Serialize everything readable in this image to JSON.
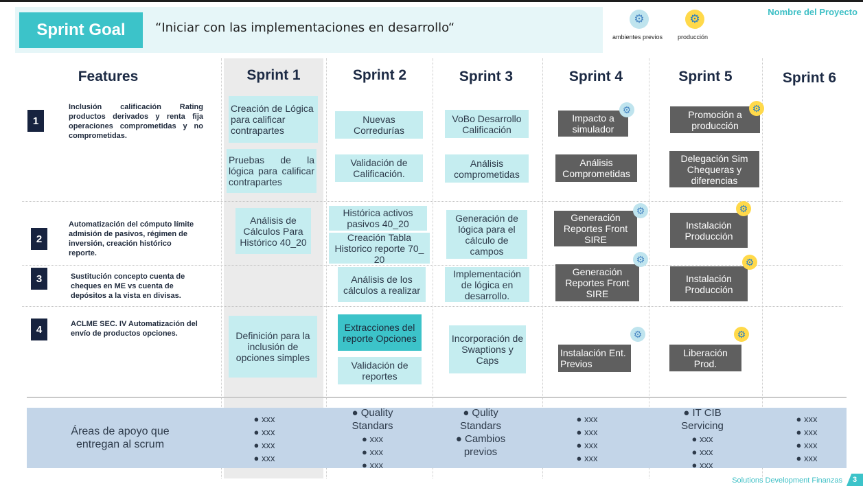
{
  "header": {
    "goal_badge": "Sprint Goal",
    "goal_text": "“Iniciar con las implementaciones en desarrollo“",
    "project_name": "Nombre del Proyecto",
    "legend": {
      "ambientes_previos": "ambientes previos",
      "produccion": "producción"
    }
  },
  "columns": {
    "features": "Features",
    "sprint1": "Sprint 1",
    "sprint2": "Sprint 2",
    "sprint3": "Sprint 3",
    "sprint4": "Sprint 4",
    "sprint5": "Sprint 5",
    "sprint6": "Sprint 6"
  },
  "features": [
    {
      "num": "1",
      "text": "Inclusión calificación Rating productos derivados y renta fija operaciones comprometidas y no comprometidas."
    },
    {
      "num": "2",
      "text": "Automatización del cómputo límite admisión de pasivos, régimen de inversión, creación histórico reporte."
    },
    {
      "num": "3",
      "text": "Sustitución concepto cuenta de cheques en ME vs cuenta de depósitos a la vista en divisas."
    },
    {
      "num": "4",
      "text": "ACLME SEC. IV Automatización del envío de productos opciones."
    }
  ],
  "tasks": {
    "s1_creacion": "Creación de Lógica para calificar contrapartes",
    "s1_pruebas": "Pruebas de la lógica para calificar contrapartes",
    "s1_analisis": "Análisis de Cálculos Para Histórico 40_20",
    "s1_definicion": "Definición para la inclusión de opciones simples",
    "s2_nuevas": "Nuevas Corredurías",
    "s2_validacion_calif": "Validación de Calificación.",
    "s2_historica": "Histórica activos pasivos 40_20",
    "s2_creacion_tabla": "Creación Tabla Historico reporte 70_ 20",
    "s2_analisis_calculos": "Análisis de los cálculos a realizar",
    "s2_extracciones": "Extracciones del reporte Opciones",
    "s2_validacion_reportes": "Validación de reportes",
    "s3_vobo": "VoBo Desarrollo Calificación",
    "s3_analisis_comp": "Análisis comprometidas",
    "s3_generacion_logica": "Generación de lógica para el cálculo de campos",
    "s3_implementacion": "Implementación de lógica en desarrollo.",
    "s3_incorporacion": "Incorporación de Swaptions y Caps",
    "s4_impacto": "Impacto a simulador",
    "s4_analisis_comp": "Análisis Comprometidas",
    "s4_generacion1": "Generación Reportes Front SIRE",
    "s4_generacion2": "Generación Reportes Front SIRE",
    "s4_instalacion": "Instalación Ent. Previos",
    "s5_promocion": "Promoción a producción",
    "s5_delegacion": "Delegación Sim Chequeras y diferencias",
    "s5_instalacion1": "Instalación Producción",
    "s5_instalacion2": "Instalación Producción",
    "s5_liberacion": "Liberación Prod."
  },
  "support": {
    "label": "Áreas de apoyo que entregan al scrum",
    "s1": [
      "● xxx",
      "● xxx",
      "● xxx",
      "● xxx"
    ],
    "s2": [
      "● Quality",
      "Standars",
      "● xxx",
      "● xxx",
      "● xxx"
    ],
    "s3": [
      "● Qulity",
      "Standars",
      "● Cambios",
      "previos"
    ],
    "s4": [
      "● xxx",
      "● xxx",
      "● xxx",
      "● xxx"
    ],
    "s5": [
      "● IT CIB",
      "Servicing",
      "● xxx",
      "● xxx",
      "● xxx"
    ],
    "s6": [
      "● xxx",
      "● xxx",
      "● xxx",
      "● xxx"
    ]
  },
  "footer": {
    "text": "Solutions Development Finanzas",
    "page": "3"
  },
  "icons": {
    "ambientes_previos": "gears-icon",
    "produccion": "gear-icon"
  },
  "colors": {
    "teal": "#3cc3c9",
    "light_teal": "#c5edf0",
    "dark_gray": "#5f5f5f",
    "navy": "#17233f",
    "support_band": "#c3d5e8"
  }
}
